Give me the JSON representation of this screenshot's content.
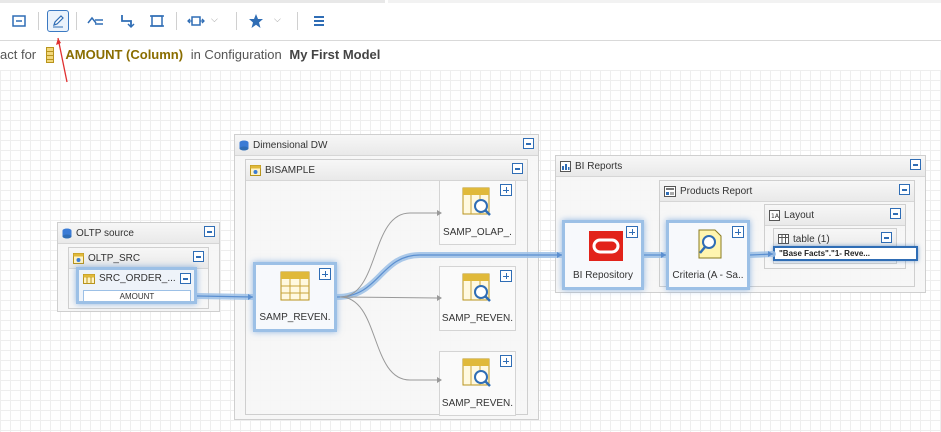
{
  "toolbar": {
    "buttons": [
      {
        "icon": "collapse-panel-icon"
      },
      {
        "icon": "pencil-icon",
        "active": true
      },
      {
        "icon": "lineage-forward-icon"
      },
      {
        "icon": "connector-icon"
      },
      {
        "icon": "fit-layout-icon"
      },
      {
        "icon": "expand-horizontal-icon",
        "has_dropdown": true
      },
      {
        "icon": "star-icon",
        "has_dropdown": true
      },
      {
        "icon": "menu-icon"
      }
    ]
  },
  "header": {
    "prefix": "act for",
    "object_name": "AMOUNT (Column)",
    "middle": "in Configuration",
    "configuration": "My First Model"
  },
  "diagram": {
    "oltp": {
      "title": "OLTP source",
      "schema": "OLTP_SRC",
      "table": "SRC_ORDER_...",
      "column": "AMOUNT"
    },
    "dw": {
      "title": "Dimensional DW",
      "schema": "BISAMPLE",
      "source_node": "SAMP_REVEN.",
      "targets": [
        "SAMP_OLAP_.",
        "SAMP_REVEN.",
        "SAMP_REVEN."
      ]
    },
    "bi": {
      "title": "BI Reports",
      "repository": "BI Repository",
      "report": "Products Report",
      "criteria": "Criteria (A - Sa..",
      "layout": "Layout",
      "view": "table (1)",
      "field": "\"Base Facts\".\"1- Reve..."
    }
  },
  "colors": {
    "accent": "#2f6db5",
    "highlight": "#9cc0e6",
    "oracle_red": "#e2231a",
    "annotation_arrow": "#e03030"
  }
}
